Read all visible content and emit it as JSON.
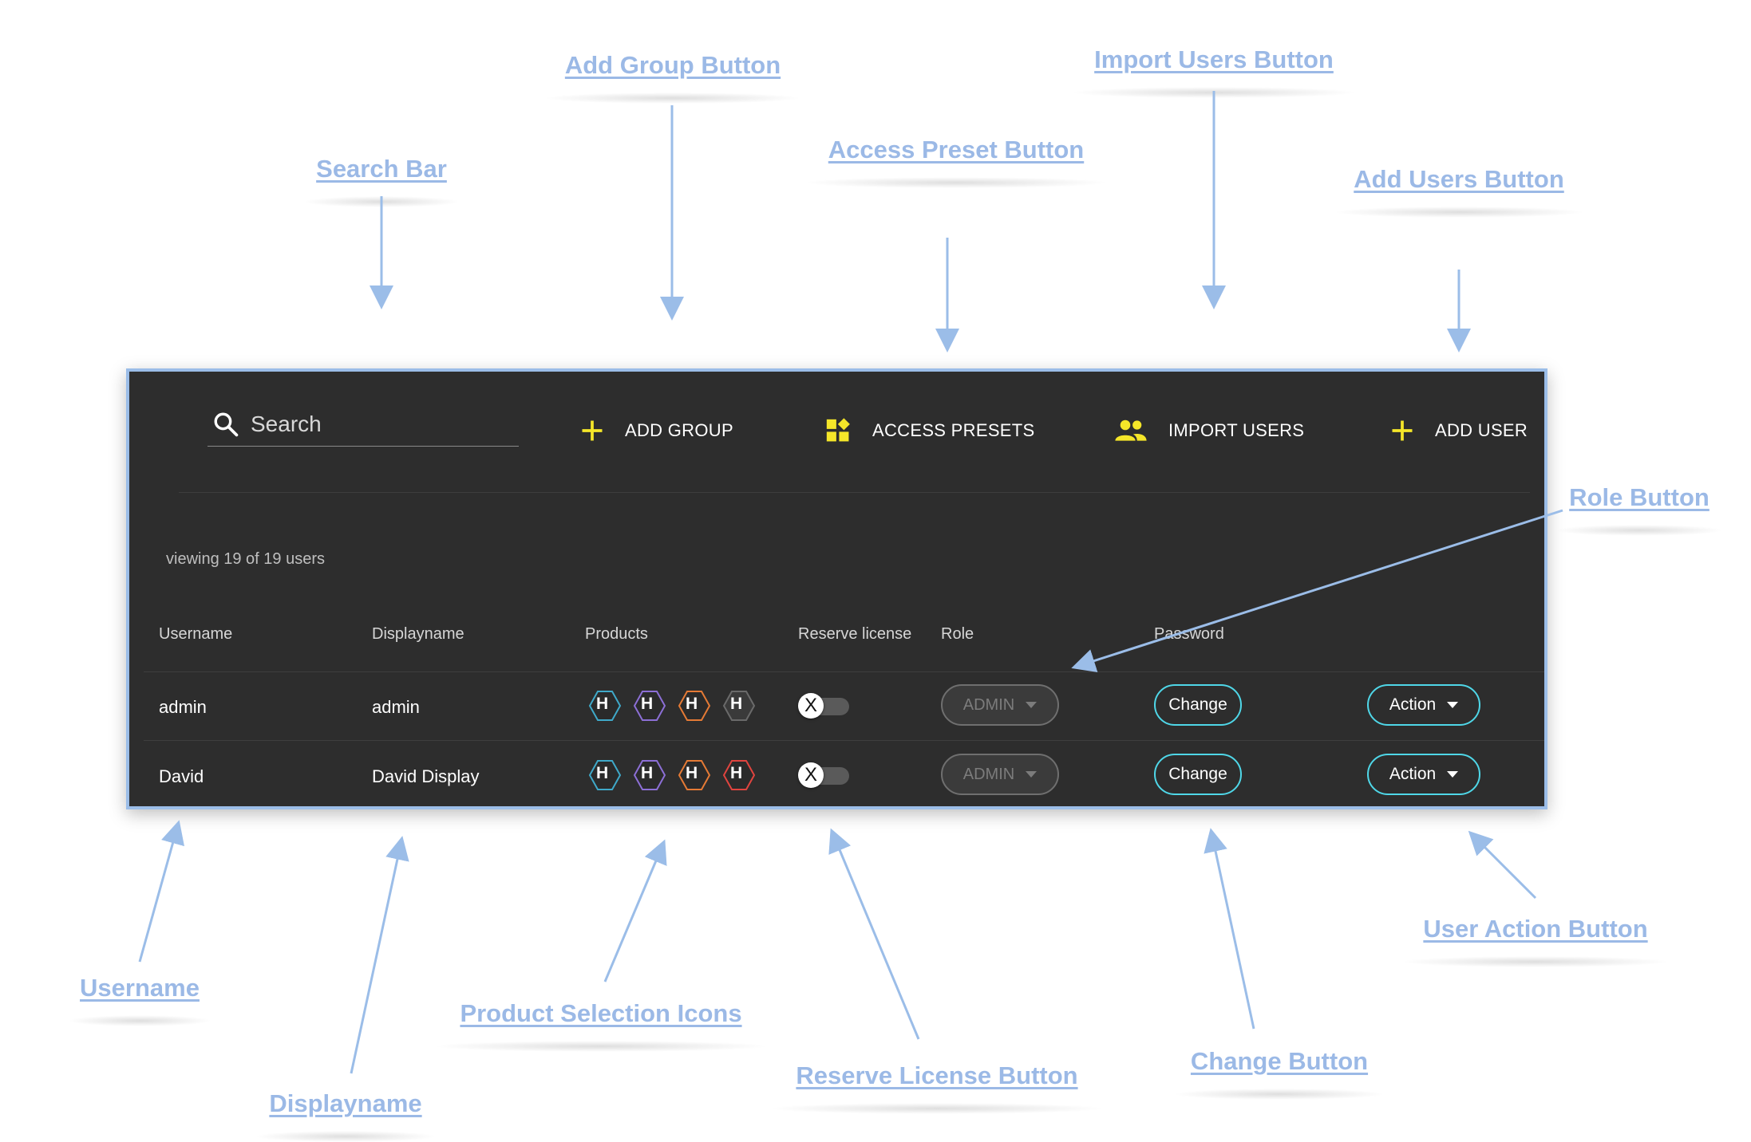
{
  "callouts": {
    "add_group_button": "Add Group Button",
    "import_users_button": "Import Users Button",
    "search_bar": "Search Bar",
    "access_preset_button": "Access Preset Button",
    "add_users_button": "Add Users Button",
    "role_button": "Role Button",
    "user_action_button": "User Action Button",
    "username": "Username",
    "product_selection_icons": "Product Selection Icons",
    "change_button": "Change Button",
    "reserve_license_button": "Reserve License Button",
    "displayname": "Displayname"
  },
  "toolbar": {
    "search_placeholder": "Search",
    "add_group": "ADD GROUP",
    "access_presets": "ACCESS PRESETS",
    "import_users": "IMPORT USERS",
    "add_user": "ADD USER"
  },
  "viewing_text": "viewing 19 of 19 users",
  "table": {
    "headers": {
      "username": "Username",
      "displayname": "Displayname",
      "products": "Products",
      "reserve_license": "Reserve license",
      "role": "Role",
      "password": "Password"
    },
    "rows": [
      {
        "username": "admin",
        "displayname": "admin",
        "products": [
          "H",
          "H",
          "H",
          "H"
        ],
        "reserve_knob": "X",
        "role": "ADMIN",
        "password_button": "Change",
        "action_button": "Action"
      },
      {
        "username": "David",
        "displayname": "David Display",
        "products": [
          "H",
          "H",
          "H",
          "H"
        ],
        "reserve_knob": "X",
        "role": "ADMIN",
        "password_button": "Change",
        "action_button": "Action"
      }
    ]
  },
  "colors": {
    "callout": "#9bb9e6",
    "panel_bg": "#2d2d2d",
    "panel_border": "#9bbde8",
    "accent_yellow": "#f5e629",
    "pill_border": "#4fd7e8",
    "product_teal": "#3fa9c9",
    "product_purple": "#8c6fd6",
    "product_orange": "#e57a35",
    "product_gray": "#6a6a6a",
    "product_red": "#e0443f"
  },
  "icons": {
    "search": "search-icon",
    "add": "plus-icon",
    "presets": "widgets-icon",
    "import": "people-icon",
    "dropdown": "caret-down-icon",
    "product": "hexagon-icon"
  }
}
